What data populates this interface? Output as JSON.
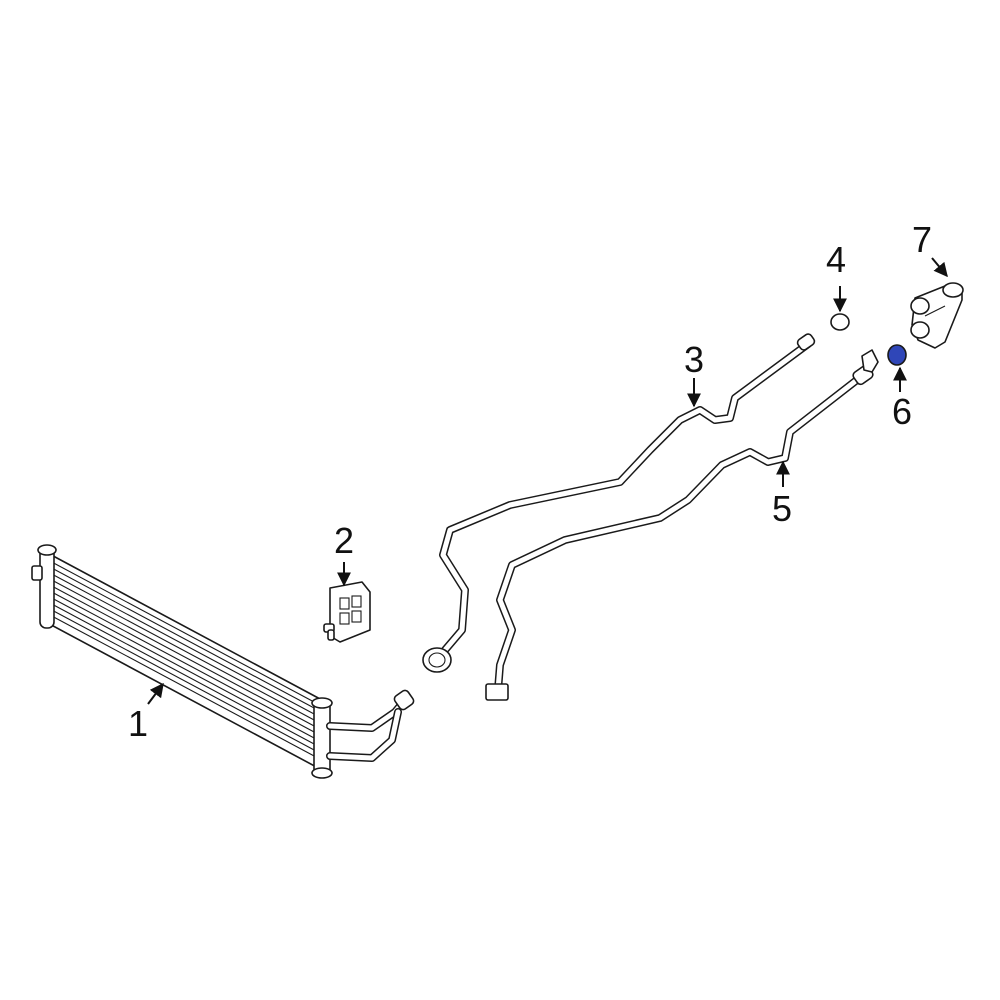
{
  "callouts": [
    "1",
    "2",
    "3",
    "4",
    "5",
    "6",
    "7"
  ],
  "colors": {
    "highlight": "#2f46b8",
    "line": "#1a1a1a",
    "background": "#ffffff"
  }
}
